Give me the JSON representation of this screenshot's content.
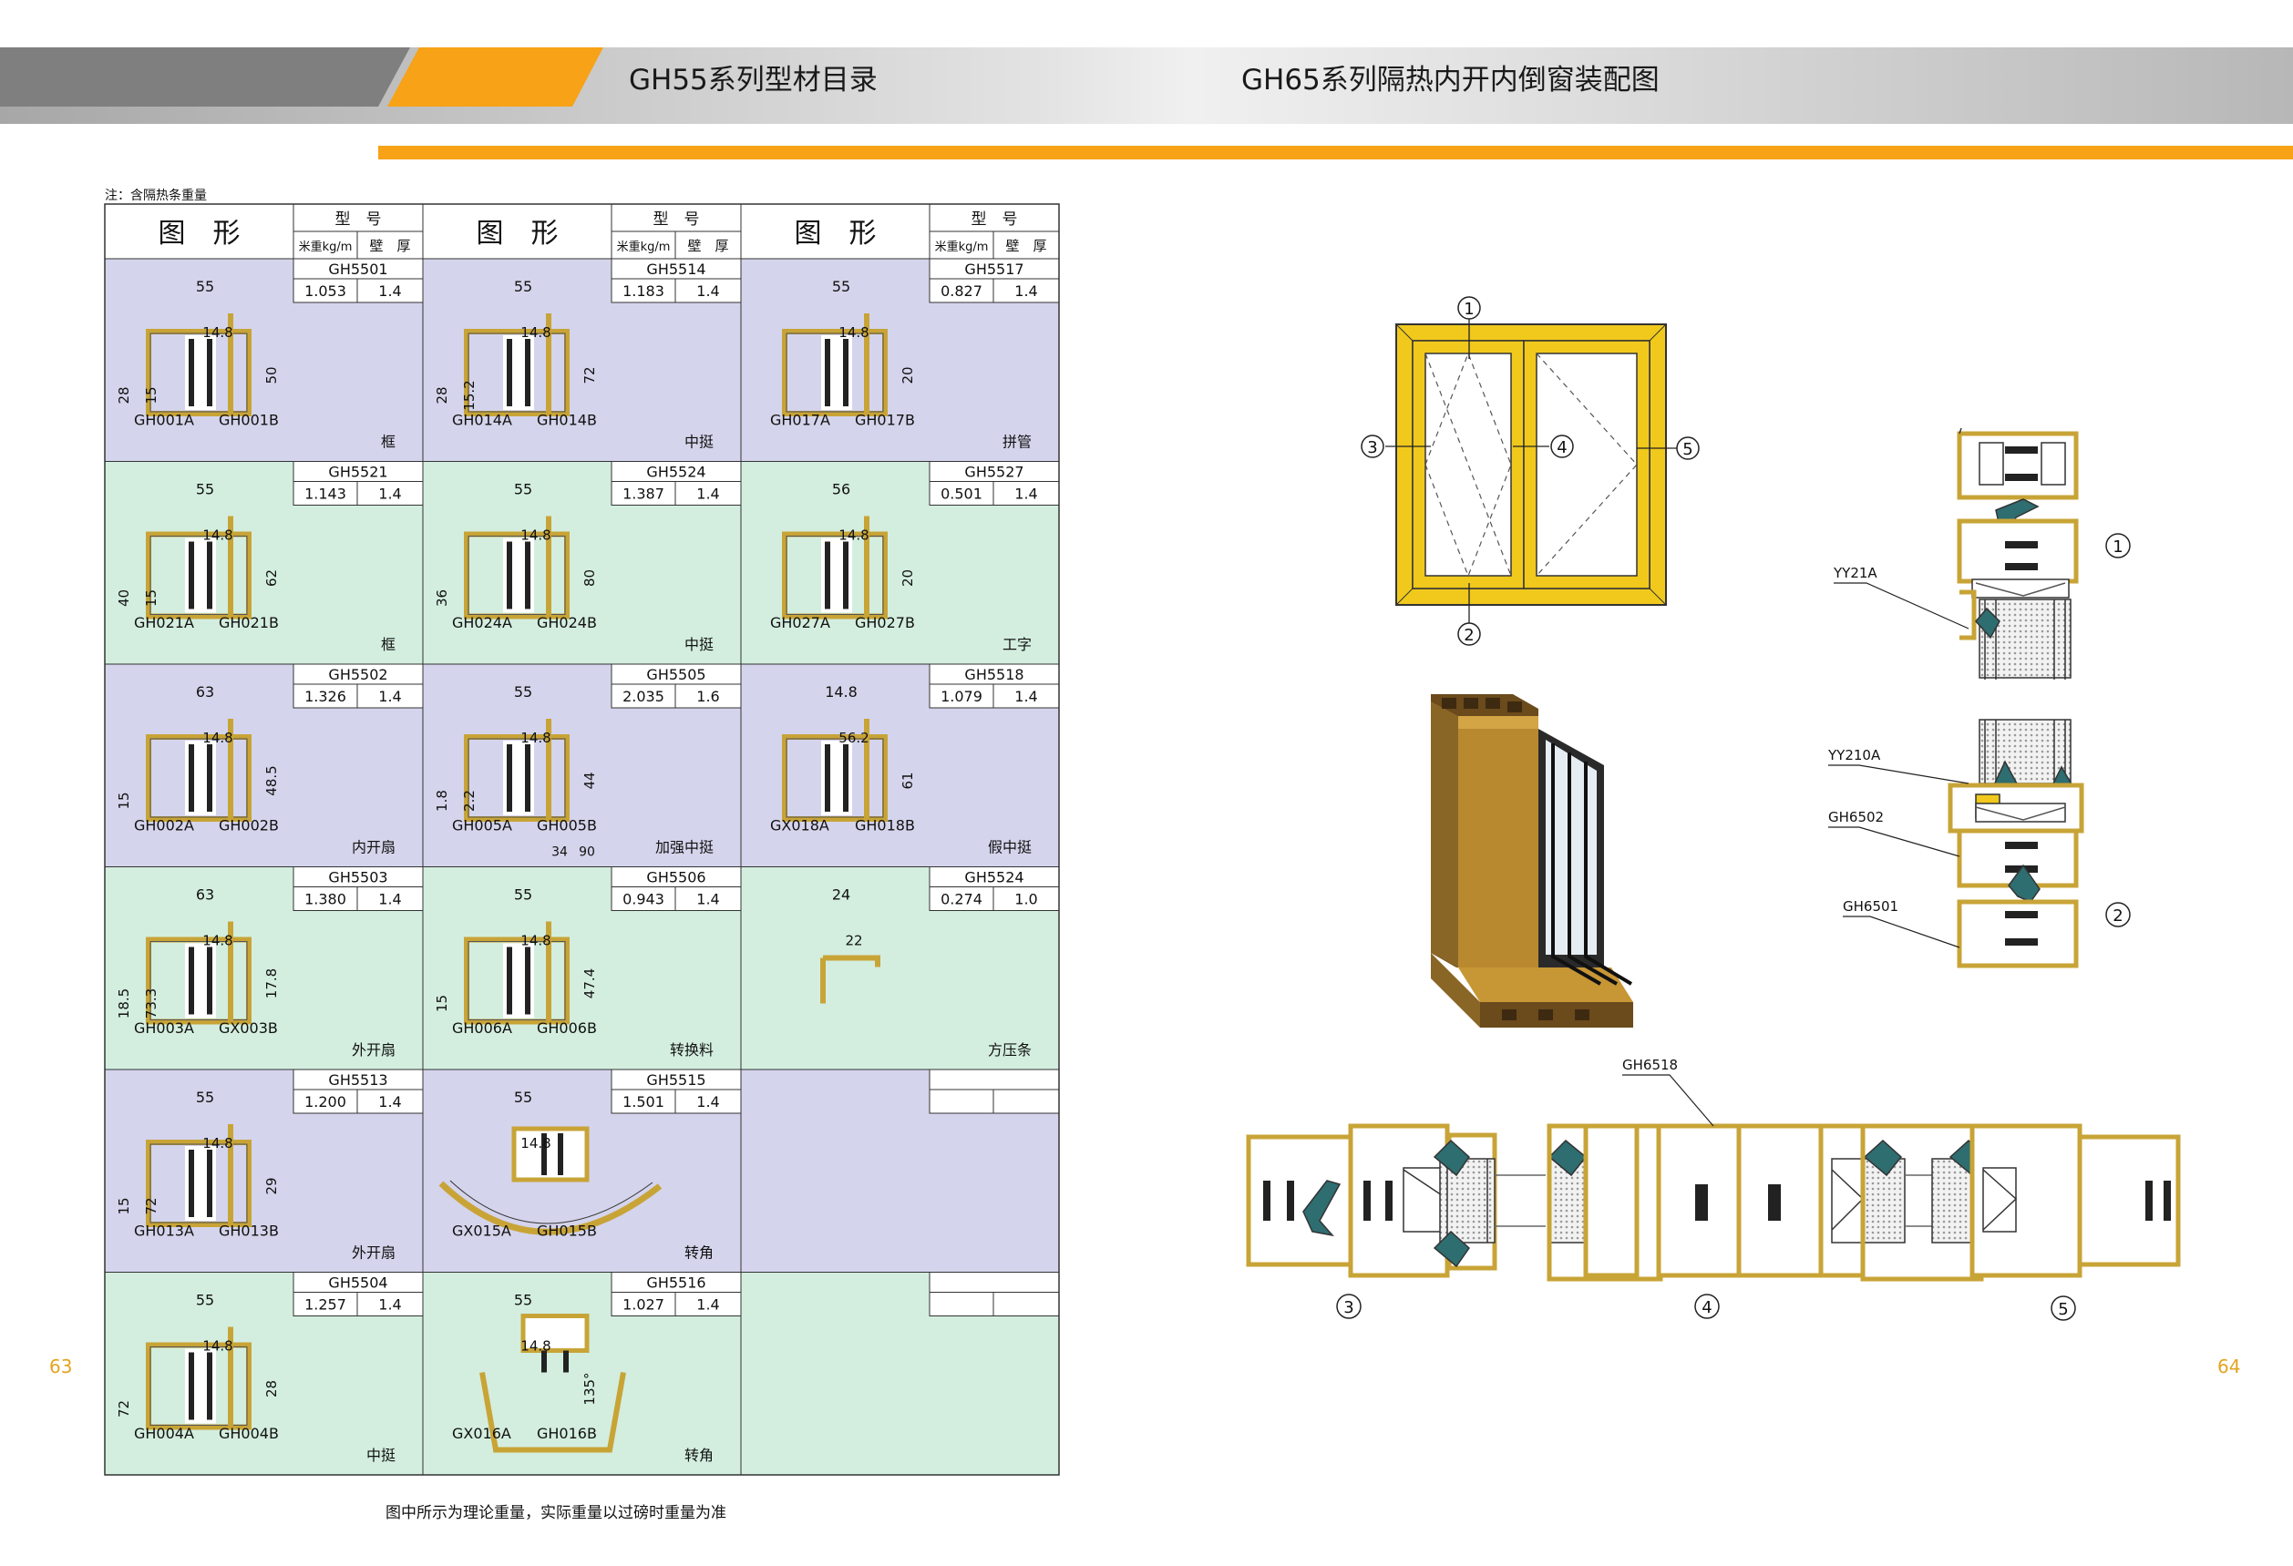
{
  "header": {
    "left_title": "GH55系列型材目录",
    "right_title": "GH65系列隔热内开内倒窗装配图"
  },
  "catalog": {
    "note": "注：含隔热条重量",
    "header_labels": {
      "figure": "图　形",
      "model": "型　号",
      "weight": "米重kg/m",
      "thickness": "壁　厚"
    },
    "rows": [
      [
        {
          "model": "GH5501",
          "weight": "1.053",
          "thickness": "1.4",
          "name": "框",
          "parts": [
            "GH001A",
            "GH001B"
          ],
          "dims": [
            "55",
            "14.8",
            "50",
            "28",
            "15"
          ]
        },
        {
          "model": "GH5514",
          "weight": "1.183",
          "thickness": "1.4",
          "name": "中挺",
          "parts": [
            "GH014A",
            "GH014B"
          ],
          "dims": [
            "55",
            "14.8",
            "72",
            "28",
            "15.2"
          ]
        },
        {
          "model": "GH5517",
          "weight": "0.827",
          "thickness": "1.4",
          "name": "拼管",
          "parts": [
            "GH017A",
            "GH017B"
          ],
          "dims": [
            "55",
            "14.8",
            "20"
          ]
        }
      ],
      [
        {
          "model": "GH5521",
          "weight": "1.143",
          "thickness": "1.4",
          "name": "框",
          "parts": [
            "GH021A",
            "GH021B"
          ],
          "dims": [
            "55",
            "14.8",
            "62",
            "40",
            "15"
          ]
        },
        {
          "model": "GH5524",
          "weight": "1.387",
          "thickness": "1.4",
          "name": "中挺",
          "parts": [
            "GH024A",
            "GH024B"
          ],
          "dims": [
            "55",
            "14.8",
            "80",
            "36"
          ]
        },
        {
          "model": "GH5527",
          "weight": "0.501",
          "thickness": "1.4",
          "name": "工字",
          "parts": [
            "GH027A",
            "GH027B"
          ],
          "dims": [
            "56",
            "14.8",
            "20"
          ]
        }
      ],
      [
        {
          "model": "GH5502",
          "weight": "1.326",
          "thickness": "1.4",
          "name": "内开扇",
          "parts": [
            "GH002A",
            "GH002B"
          ],
          "dims": [
            "63",
            "14.8",
            "48.5",
            "15"
          ]
        },
        {
          "model": "GH5505",
          "weight": "2.035",
          "thickness": "1.6",
          "name": "加强中挺",
          "parts": [
            "GH005A",
            "GH005B"
          ],
          "dims": [
            "55",
            "14.8",
            "44",
            "1.8",
            "2.2",
            "34",
            "90"
          ]
        },
        {
          "model": "GH5518",
          "weight": "1.079",
          "thickness": "1.4",
          "name": "假中挺",
          "parts": [
            "GX018A",
            "GH018B"
          ],
          "dims": [
            "14.8",
            "56.2",
            "61"
          ]
        }
      ],
      [
        {
          "model": "GH5503",
          "weight": "1.380",
          "thickness": "1.4",
          "name": "外开扇",
          "parts": [
            "GH003A",
            "GX003B"
          ],
          "dims": [
            "63",
            "14.8",
            "17.8",
            "18.5",
            "73.3"
          ]
        },
        {
          "model": "GH5506",
          "weight": "0.943",
          "thickness": "1.4",
          "name": "转换料",
          "parts": [
            "GH006A",
            "GH006B"
          ],
          "dims": [
            "55",
            "14.8",
            "47.4",
            "15"
          ]
        },
        {
          "model": "GH5524",
          "weight": "0.274",
          "thickness": "1.0",
          "name": "方压条",
          "parts": [],
          "dims": [
            "24",
            "22"
          ]
        }
      ],
      [
        {
          "model": "GH5513",
          "weight": "1.200",
          "thickness": "1.4",
          "name": "外开扇",
          "parts": [
            "GH013A",
            "GH013B"
          ],
          "dims": [
            "55",
            "14.8",
            "29",
            "15",
            "72"
          ]
        },
        {
          "model": "GH5515",
          "weight": "1.501",
          "thickness": "1.4",
          "name": "转角",
          "parts": [
            "GX015A",
            "GH015B"
          ],
          "dims": [
            "55",
            "14.8"
          ]
        },
        {
          "model": "",
          "weight": "",
          "thickness": "",
          "name": "",
          "parts": [],
          "dims": []
        }
      ],
      [
        {
          "model": "GH5504",
          "weight": "1.257",
          "thickness": "1.4",
          "name": "中挺",
          "parts": [
            "GH004A",
            "GH004B"
          ],
          "dims": [
            "55",
            "14.8",
            "28",
            "72"
          ]
        },
        {
          "model": "GH5516",
          "weight": "1.027",
          "thickness": "1.4",
          "name": "转角",
          "parts": [
            "GX016A",
            "GH016B"
          ],
          "dims": [
            "55",
            "14.8",
            "135°"
          ]
        },
        {
          "model": "",
          "weight": "",
          "thickness": "",
          "name": "",
          "parts": [],
          "dims": []
        }
      ]
    ],
    "footer": "图中所示为理论重量，实际重量以过磅时重量为准"
  },
  "assembly": {
    "markers": [
      "1",
      "2",
      "3",
      "4",
      "5"
    ],
    "labels": {
      "yy21a": "YY21A",
      "yy210a": "YY210A",
      "gh6502": "GH6502",
      "gh6501": "GH6501",
      "gh6518": "GH6518"
    }
  },
  "page_numbers": {
    "left": "63",
    "right": "64"
  },
  "colors": {
    "accent": "#f7a217",
    "lavender": "#d4d4ec",
    "mint": "#d3eedf",
    "profile": "#c8a437",
    "teal": "#2e6d70",
    "page_number": "#e3a421"
  }
}
